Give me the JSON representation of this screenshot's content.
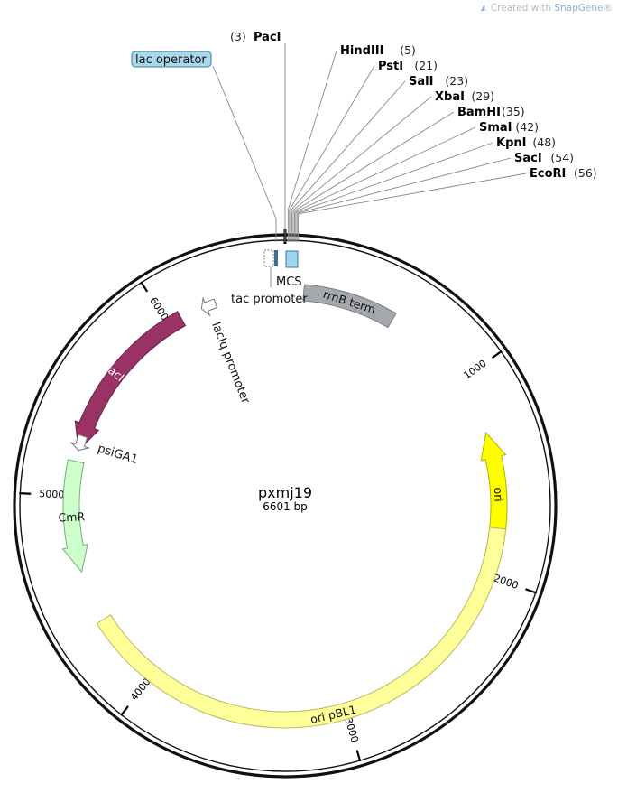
{
  "watermark": {
    "prefix": "Created with ",
    "brand": "SnapGene",
    "suffix": "®"
  },
  "plasmid": {
    "name": "pxmj19",
    "length_label": "6601 bp"
  },
  "ticks": [
    {
      "label": "1000",
      "angle": 54.5
    },
    {
      "label": "2000",
      "angle": 109.1
    },
    {
      "label": "3000",
      "angle": 163.6
    },
    {
      "label": "4000",
      "angle": 218.1
    },
    {
      "label": "5000",
      "angle": 272.7
    },
    {
      "label": "6000",
      "angle": 327.2
    }
  ],
  "features": [
    {
      "id": "rrnb-term",
      "label": "rrnB term",
      "type": "terminator",
      "start": 5,
      "end": 30,
      "radius": 237,
      "width": 18,
      "fill": "#a5a9ad",
      "stroke": "#7a7e82",
      "direction": "none",
      "label_mode": "inside",
      "label_color": "#111111"
    },
    {
      "id": "ori",
      "label": "ori",
      "type": "rep_origin",
      "start": 104,
      "end": 70,
      "radius": 237,
      "width": 18,
      "fill": "#ffff00",
      "stroke": "#b0b000",
      "direction": "ccw",
      "label_mode": "inside",
      "label_color": "#111111"
    },
    {
      "id": "ori-pbl1",
      "label": "ori pBL1",
      "type": "rep_origin",
      "start": 96,
      "end": 238,
      "radius": 237,
      "width": 18,
      "fill": "#ffff99",
      "stroke": "#b8b860",
      "direction": "none",
      "label_mode": "inside",
      "label_color": "#111111"
    },
    {
      "id": "cmr",
      "label": "CmR",
      "type": "cds",
      "start": 282,
      "end": 252,
      "radius": 237,
      "width": 18,
      "fill": "#ccffcc",
      "stroke": "#7aaa7a",
      "direction": "ccw",
      "label_mode": "inside",
      "label_color": "#111111"
    },
    {
      "id": "laciq",
      "label": "LacIq",
      "type": "cds",
      "start": 331,
      "end": 285,
      "radius": 237,
      "width": 18,
      "fill": "#993366",
      "stroke": "#662244",
      "direction": "ccw",
      "label_mode": "inside",
      "label_color": "#ffffff"
    },
    {
      "id": "laciq-promoter",
      "label": "lacIq promoter",
      "type": "promoter",
      "start": 341,
      "end": 337,
      "radius": 237,
      "width": 18,
      "fill": "#ffffff",
      "stroke": "#777777",
      "direction": "ccw",
      "label_mode": "outside",
      "label_color": "#111111"
    },
    {
      "id": "psiga1",
      "label": "psiGA1",
      "type": "promoter",
      "start": 289,
      "end": 285,
      "radius": 237,
      "width": 18,
      "fill": "#ffffff",
      "stroke": "#777777",
      "direction": "ccw",
      "label_mode": "outside",
      "label_color": "#111111"
    }
  ],
  "mcs": {
    "label": "MCS",
    "fill": "#5a7a90"
  },
  "tac_promoter": {
    "label": "tac promoter"
  },
  "lac_operator": {
    "label": "lac operator",
    "fill": "#a9d8ea",
    "stroke": "#3a7d99"
  },
  "sites": [
    {
      "name": "PacI",
      "position": "(3)",
      "side": "left"
    },
    {
      "name": "HindIII",
      "position": "(5)",
      "side": "right"
    },
    {
      "name": "PstI",
      "position": "(21)",
      "side": "right"
    },
    {
      "name": "SalI",
      "position": "(23)",
      "side": "right"
    },
    {
      "name": "XbaI",
      "position": "(29)",
      "side": "right"
    },
    {
      "name": "BamHI",
      "position": "(35)",
      "side": "right"
    },
    {
      "name": "SmaI",
      "position": "(42)",
      "side": "right"
    },
    {
      "name": "KpnI",
      "position": "(48)",
      "side": "right"
    },
    {
      "name": "SacI",
      "position": "(54)",
      "side": "right"
    },
    {
      "name": "EcoRI",
      "position": "(56)",
      "side": "right"
    }
  ]
}
